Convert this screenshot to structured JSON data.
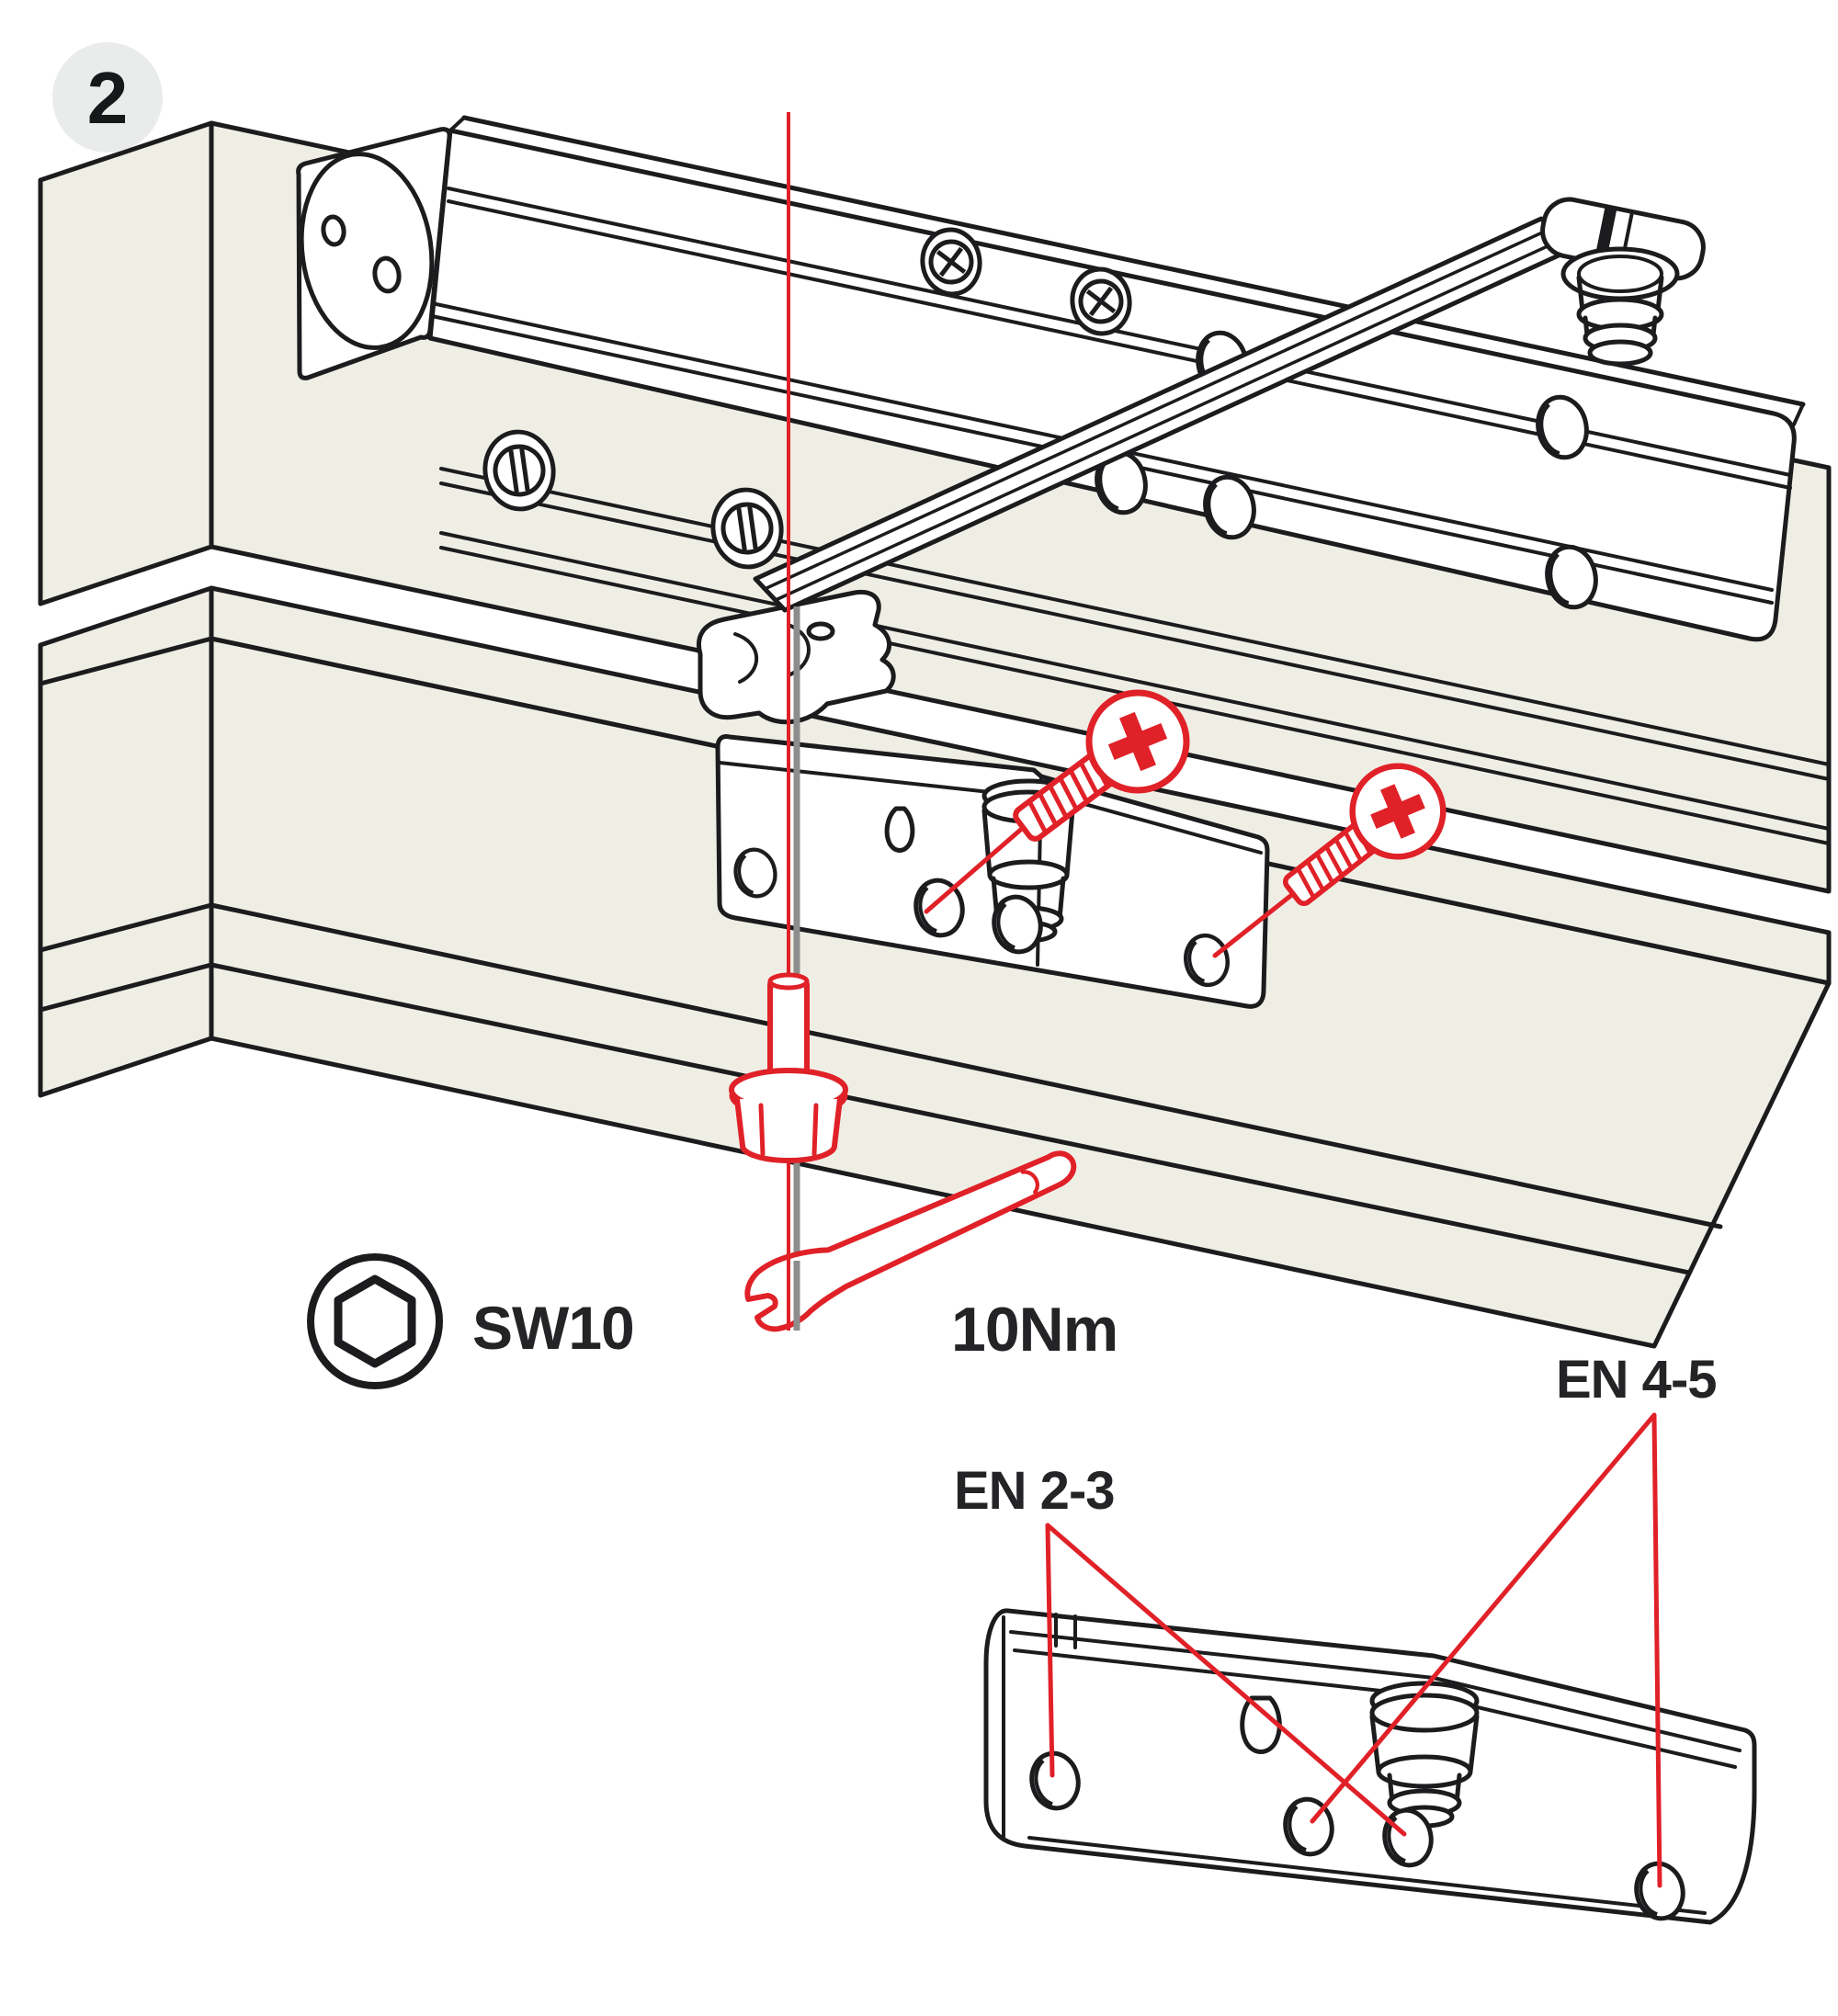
{
  "step_badge": {
    "number": "2"
  },
  "labels": {
    "socket_size": "SW10",
    "torque": "10Nm",
    "en_range_low": "EN 2-3",
    "en_range_high": "EN 4-5"
  },
  "icons": {
    "badge": "step-number-badge",
    "hex_socket": "hex-socket-icon",
    "wrench": "open-end-wrench-icon",
    "screw": "phillips-screw-icon",
    "bolt": "hex-flange-bolt-icon"
  },
  "colors": {
    "highlight_red": "#E02128",
    "panel_beige": "#EFEEE5",
    "line_ink": "#1C1C1E",
    "badge_gray": "#EAECEC",
    "shadow_gray": "#8D8D8D",
    "label_ink": "#242427"
  }
}
